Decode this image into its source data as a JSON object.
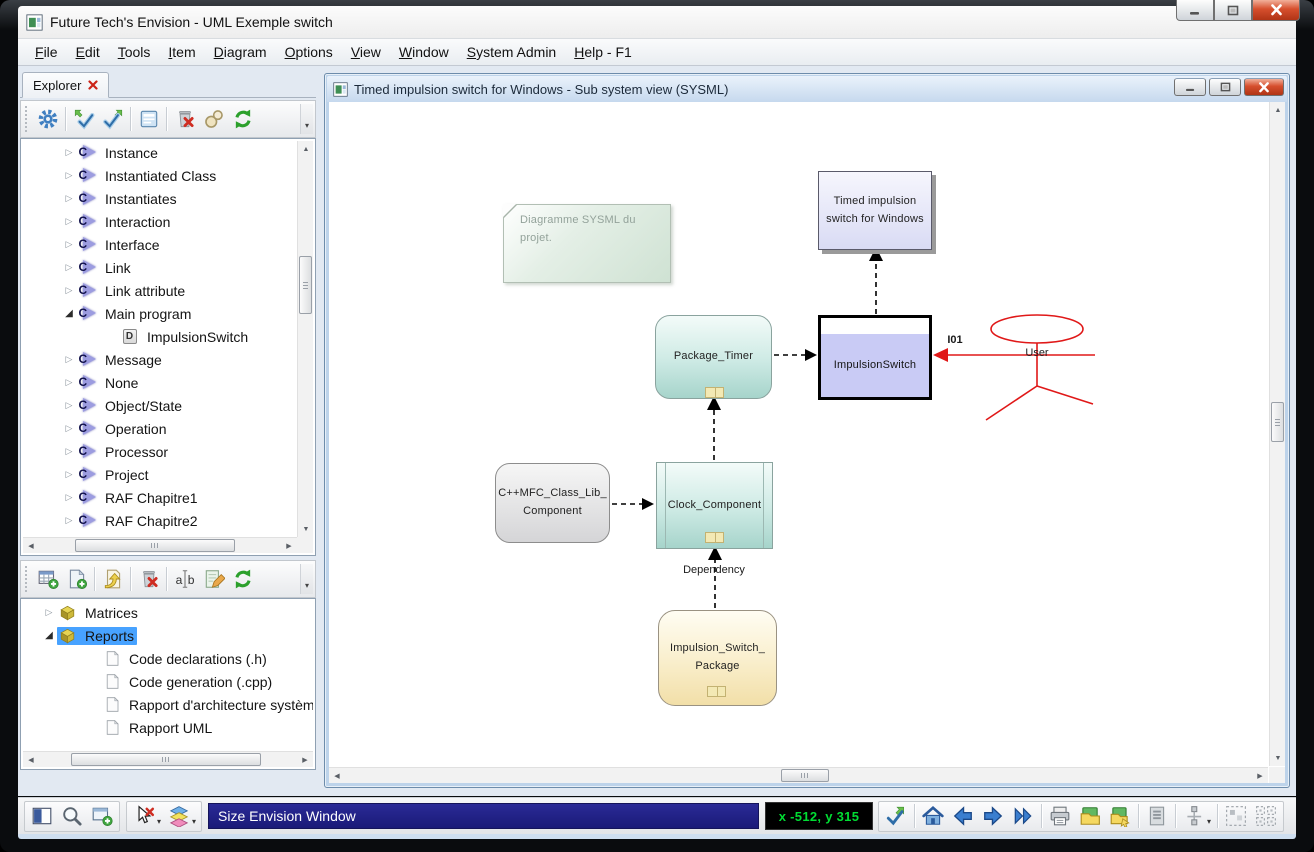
{
  "window": {
    "title": "Future Tech's Envision - UML Exemple switch",
    "controls": [
      "minimize",
      "maximize",
      "close"
    ]
  },
  "menu": {
    "items": [
      "File",
      "Edit",
      "Tools",
      "Item",
      "Diagram",
      "Options",
      "View",
      "Window",
      "System Admin",
      "Help - F1"
    ]
  },
  "explorer": {
    "tab_label": "Explorer",
    "toolbar_icons": [
      "gear",
      "divider",
      "check-in",
      "check-out",
      "divider",
      "document",
      "divider",
      "delete",
      "links",
      "refresh",
      "overflow"
    ],
    "tree": [
      {
        "label": "Instance",
        "icon": "class",
        "state": "collapsed",
        "level": 0,
        "selected": false
      },
      {
        "label": "Instantiated Class",
        "icon": "class",
        "state": "collapsed",
        "level": 0,
        "selected": false
      },
      {
        "label": "Instantiates",
        "icon": "class",
        "state": "collapsed",
        "level": 0,
        "selected": false
      },
      {
        "label": "Interaction",
        "icon": "class",
        "state": "collapsed",
        "level": 0,
        "selected": false
      },
      {
        "label": "Interface",
        "icon": "class",
        "state": "collapsed",
        "level": 0,
        "selected": false
      },
      {
        "label": "Link",
        "icon": "class",
        "state": "collapsed",
        "level": 0,
        "selected": false
      },
      {
        "label": "Link attribute",
        "icon": "class",
        "state": "collapsed",
        "level": 0,
        "selected": false
      },
      {
        "label": "Main program",
        "icon": "class",
        "state": "expanded",
        "level": 0,
        "selected": false
      },
      {
        "label": "ImpulsionSwitch",
        "icon": "item",
        "state": "leaf",
        "level": 1,
        "selected": false
      },
      {
        "label": "Message",
        "icon": "class",
        "state": "collapsed",
        "level": 0,
        "selected": false
      },
      {
        "label": "None",
        "icon": "class",
        "state": "collapsed",
        "level": 0,
        "selected": false
      },
      {
        "label": "Object/State",
        "icon": "class",
        "state": "collapsed",
        "level": 0,
        "selected": false
      },
      {
        "label": "Operation",
        "icon": "class",
        "state": "collapsed",
        "level": 0,
        "selected": false
      },
      {
        "label": "Processor",
        "icon": "class",
        "state": "collapsed",
        "level": 0,
        "selected": false
      },
      {
        "label": "Project",
        "icon": "class",
        "state": "collapsed",
        "level": 0,
        "selected": false
      },
      {
        "label": "RAF Chapitre1",
        "icon": "class",
        "state": "collapsed",
        "level": 0,
        "selected": false
      },
      {
        "label": "RAF Chapitre2",
        "icon": "class",
        "state": "collapsed",
        "level": 0,
        "selected": false
      }
    ]
  },
  "reports_panel": {
    "toolbar_icons": [
      "table-add",
      "doc-add",
      "divider",
      "doc-export",
      "divider",
      "delete",
      "divider",
      "rename",
      "edit",
      "refresh",
      "overflow"
    ],
    "tree": [
      {
        "label": "Matrices",
        "icon": "folder",
        "state": "collapsed",
        "level": 0,
        "selected": false
      },
      {
        "label": "Reports",
        "icon": "folder",
        "state": "expanded",
        "level": 0,
        "selected": true
      },
      {
        "label": "Code declarations (.h)",
        "icon": "file",
        "state": "leaf",
        "level": 1,
        "selected": false
      },
      {
        "label": "Code generation (.cpp)",
        "icon": "file",
        "state": "leaf",
        "level": 1,
        "selected": false
      },
      {
        "label": "Rapport d'architecture systèm",
        "icon": "file",
        "state": "leaf",
        "level": 1,
        "selected": false
      },
      {
        "label": "Rapport UML",
        "icon": "file",
        "state": "leaf",
        "level": 1,
        "selected": false
      }
    ]
  },
  "diagram": {
    "title": "Timed impulsion switch for Windows - Sub system view (SYSML)",
    "note": "Diagramme SYSML du projet.",
    "nodes": {
      "timed_switch": "Timed impulsion\nswitch for Windows",
      "package_timer": "Package_Timer",
      "impulsion_switch": "ImpulsionSwitch",
      "cpp_lib": "C++MFC_Class_Lib_\nComponent",
      "clock_component": "Clock_Component",
      "switch_package": "Impulsion_Switch_\nPackage"
    },
    "labels": {
      "dependency": "Dependency",
      "interface_link": "I01",
      "actor": "User"
    },
    "colors": {
      "actor": "#e01818",
      "connector": "#000000"
    }
  },
  "statusbar": {
    "left_icons": [
      "panel-toggle",
      "zoom",
      "window-add"
    ],
    "mode_icons": [
      "cursor-delete",
      "layers"
    ],
    "message": "Size Envision Window",
    "coordinates": "x -512, y 315",
    "right_icons": [
      "check-accept",
      "home",
      "nav-back",
      "nav-forward",
      "nav-last",
      "print",
      "folder-new",
      "folder-link",
      "doc-props",
      "align",
      "grid-single",
      "grid-multi"
    ]
  }
}
